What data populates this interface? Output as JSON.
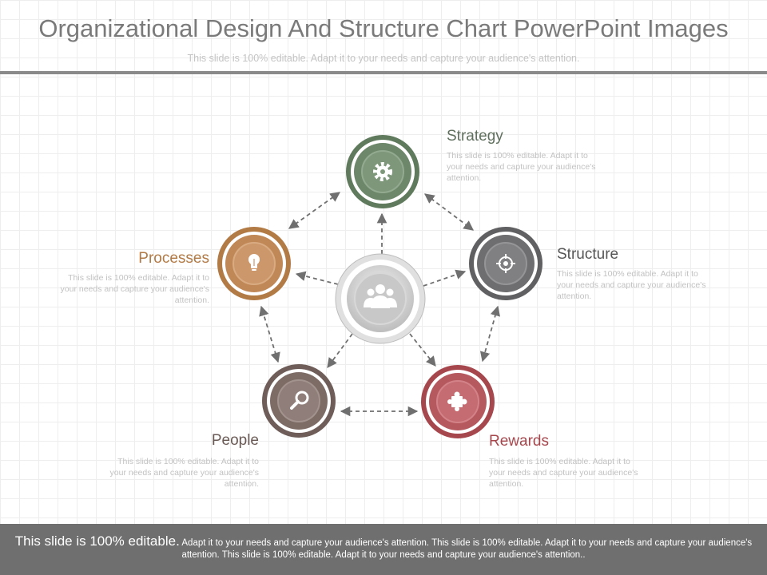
{
  "header": {
    "title": "Organizational Design And Structure Chart PowerPoint Images",
    "subtitle": "This slide is 100% editable. Adapt it to your needs and capture your audience's attention."
  },
  "diagram": {
    "center": {
      "icon": "people-group-icon"
    },
    "nodes": [
      {
        "label": "Strategy",
        "icon": "gear-icon",
        "color": "#5f7a5c",
        "desc": "This slide is 100% editable. Adapt it to your needs and capture your audience's attention."
      },
      {
        "label": "Structure",
        "icon": "target-icon",
        "color": "#606062",
        "desc": "This slide is 100% editable. Adapt it to your needs and capture your audience's attention."
      },
      {
        "label": "Rewards",
        "icon": "puzzle-icon",
        "color": "#a6474d",
        "desc": "This slide is 100% editable. Adapt it to your needs and capture your audience's attention."
      },
      {
        "label": "People",
        "icon": "magnifier-icon",
        "color": "#6e5d58",
        "desc": "This slide is 100% editable. Adapt it to your needs and capture your audience's attention."
      },
      {
        "label": "Processes",
        "icon": "lightbulb-icon",
        "color": "#b27a45",
        "desc": "This slide is 100% editable. Adapt it to your needs and capture your audience's attention."
      }
    ]
  },
  "footer": {
    "lead": "This slide is 100% editable.",
    "text": " Adapt it to your needs and capture your audience's attention. This slide is 100% editable. Adapt it to your needs and capture your audience's attention. This slide is 100% editable. Adapt it to your needs and capture your audience's attention.."
  }
}
